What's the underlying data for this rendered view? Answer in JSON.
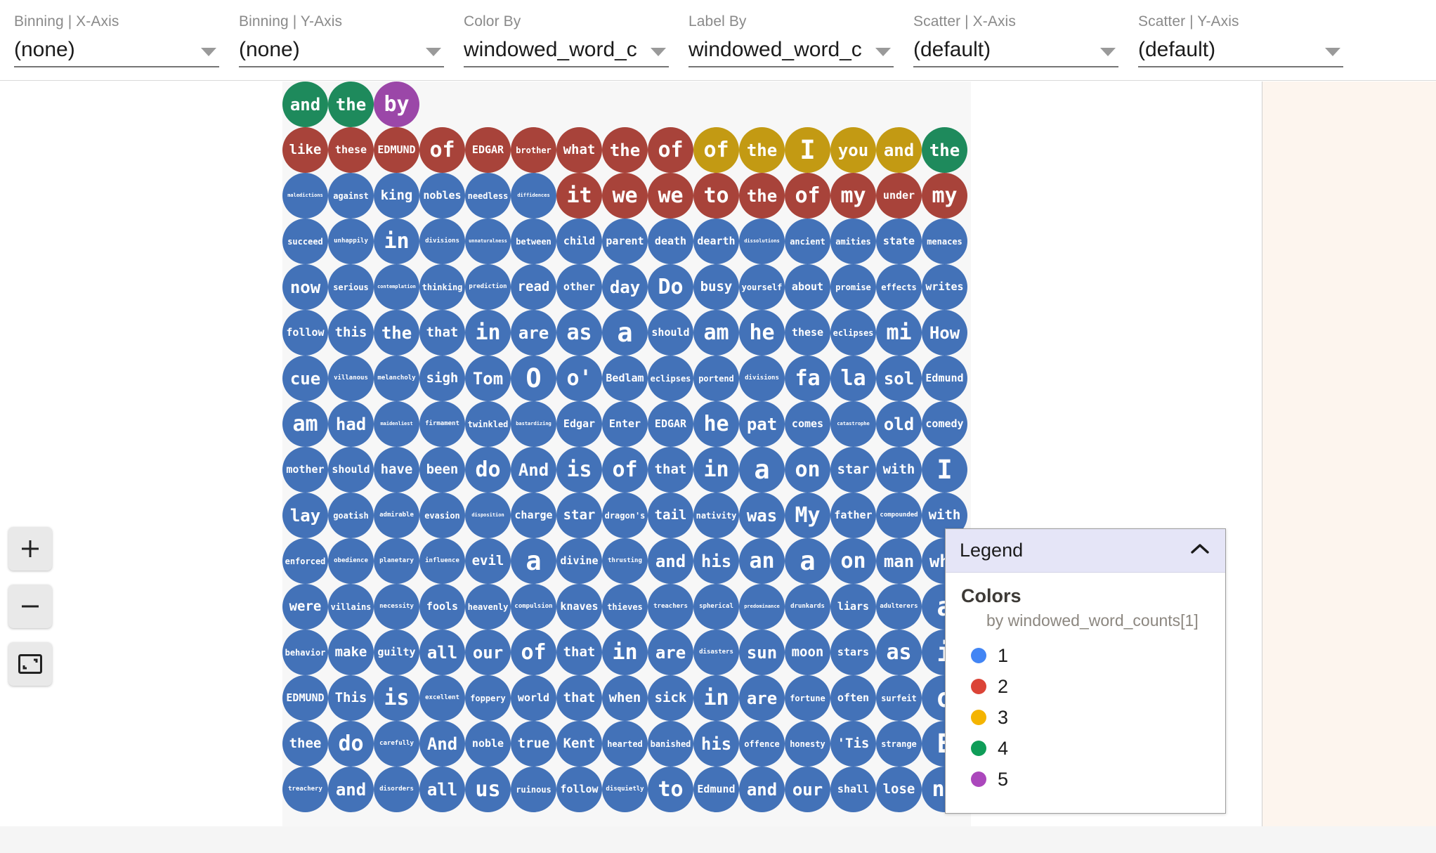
{
  "toolbar": {
    "fields": [
      {
        "label": "Binning | X-Axis",
        "value": "(none)",
        "icon": "chevron-down-icon"
      },
      {
        "label": "Binning | Y-Axis",
        "value": "(none)",
        "icon": "chevron-down-icon"
      },
      {
        "label": "Color By",
        "value": "windowed_word_c",
        "icon": "chevron-down-icon"
      },
      {
        "label": "Label By",
        "value": "windowed_word_c",
        "icon": "chevron-down-icon"
      },
      {
        "label": "Scatter | X-Axis",
        "value": "(default)",
        "icon": "chevron-down-icon"
      },
      {
        "label": "Scatter | Y-Axis",
        "value": "(default)",
        "icon": "chevron-down-icon"
      }
    ]
  },
  "zoom_controls": [
    {
      "name": "zoom-in-button",
      "icon": "plus-icon"
    },
    {
      "name": "zoom-out-button",
      "icon": "minus-icon"
    },
    {
      "name": "zoom-fit-button",
      "icon": "fit-to-screen-icon"
    }
  ],
  "legend": {
    "title": "Legend",
    "collapse_icon": "chevron-up-icon",
    "section_title": "Colors",
    "subtitle": "by windowed_word_counts[1]",
    "items": [
      {
        "label": "1",
        "color": "#4285f4"
      },
      {
        "label": "2",
        "color": "#db4437"
      },
      {
        "label": "3",
        "color": "#f4b400"
      },
      {
        "label": "4",
        "color": "#0f9d58"
      },
      {
        "label": "5",
        "color": "#ab47bc"
      }
    ]
  },
  "palette": {
    "1": "#4372b8",
    "2": "#a8433a",
    "3": "#c39a13",
    "4": "#1e8a5c",
    "5": "#9b47a8"
  },
  "chart_data": {
    "type": "scatter",
    "title": "",
    "xlabel": "",
    "ylabel": "",
    "color_by": "windowed_word_counts[1]",
    "label_by": "windowed_word_counts[1]",
    "color_categories": [
      1,
      2,
      3,
      4,
      5
    ],
    "grid_columns": 16,
    "grid_rows": 16,
    "rows": [
      [
        {
          "t": "and",
          "c": 4
        },
        {
          "t": "the",
          "c": 4
        },
        {
          "t": "by",
          "c": 5
        },
        {
          "t": "",
          "c": 0
        },
        {
          "t": "",
          "c": 0
        },
        {
          "t": "",
          "c": 0
        },
        {
          "t": "",
          "c": 0
        },
        {
          "t": "",
          "c": 0
        },
        {
          "t": "",
          "c": 0
        },
        {
          "t": "",
          "c": 0
        },
        {
          "t": "",
          "c": 0
        },
        {
          "t": "",
          "c": 0
        },
        {
          "t": "",
          "c": 0
        },
        {
          "t": "",
          "c": 0
        },
        {
          "t": "",
          "c": 0
        },
        {
          "t": "",
          "c": 0
        }
      ],
      [
        {
          "t": "like",
          "c": 2
        },
        {
          "t": "these",
          "c": 2
        },
        {
          "t": "EDMUND",
          "c": 2
        },
        {
          "t": "of",
          "c": 2
        },
        {
          "t": "EDGAR",
          "c": 2
        },
        {
          "t": "brother",
          "c": 2
        },
        {
          "t": "what",
          "c": 2
        },
        {
          "t": "the",
          "c": 2
        },
        {
          "t": "of",
          "c": 2
        },
        {
          "t": "of",
          "c": 3
        },
        {
          "t": "the",
          "c": 3
        },
        {
          "t": "I",
          "c": 3
        },
        {
          "t": "you",
          "c": 3
        },
        {
          "t": "and",
          "c": 3
        },
        {
          "t": "the",
          "c": 4
        },
        {
          "t": "",
          "c": 0
        }
      ],
      [
        {
          "t": "maledictions",
          "c": 1
        },
        {
          "t": "against",
          "c": 1
        },
        {
          "t": "king",
          "c": 1
        },
        {
          "t": "nobles",
          "c": 1
        },
        {
          "t": "needless",
          "c": 1
        },
        {
          "t": "diffidences",
          "c": 1
        },
        {
          "t": "it",
          "c": 2
        },
        {
          "t": "we",
          "c": 2
        },
        {
          "t": "we",
          "c": 2
        },
        {
          "t": "to",
          "c": 2
        },
        {
          "t": "the",
          "c": 2
        },
        {
          "t": "of",
          "c": 2
        },
        {
          "t": "my",
          "c": 2
        },
        {
          "t": "under",
          "c": 2
        },
        {
          "t": "my",
          "c": 2
        },
        {
          "t": "",
          "c": 0
        }
      ],
      [
        {
          "t": "succeed",
          "c": 1
        },
        {
          "t": "unhappily",
          "c": 1
        },
        {
          "t": "in",
          "c": 1
        },
        {
          "t": "divisions",
          "c": 1
        },
        {
          "t": "unnaturalness",
          "c": 1
        },
        {
          "t": "between",
          "c": 1
        },
        {
          "t": "child",
          "c": 1
        },
        {
          "t": "parent",
          "c": 1
        },
        {
          "t": "death",
          "c": 1
        },
        {
          "t": "dearth",
          "c": 1
        },
        {
          "t": "dissolutions",
          "c": 1
        },
        {
          "t": "ancient",
          "c": 1
        },
        {
          "t": "amities",
          "c": 1
        },
        {
          "t": "state",
          "c": 1
        },
        {
          "t": "menaces",
          "c": 1
        },
        {
          "t": "",
          "c": 0
        }
      ],
      [
        {
          "t": "now",
          "c": 1
        },
        {
          "t": "serious",
          "c": 1
        },
        {
          "t": "contemplation",
          "c": 1
        },
        {
          "t": "thinking",
          "c": 1
        },
        {
          "t": "prediction",
          "c": 1
        },
        {
          "t": "read",
          "c": 1
        },
        {
          "t": "other",
          "c": 1
        },
        {
          "t": "day",
          "c": 1
        },
        {
          "t": "Do",
          "c": 1
        },
        {
          "t": "busy",
          "c": 1
        },
        {
          "t": "yourself",
          "c": 1
        },
        {
          "t": "about",
          "c": 1
        },
        {
          "t": "promise",
          "c": 1
        },
        {
          "t": "effects",
          "c": 1
        },
        {
          "t": "writes",
          "c": 1
        },
        {
          "t": "",
          "c": 0
        }
      ],
      [
        {
          "t": "follow",
          "c": 1
        },
        {
          "t": "this",
          "c": 1
        },
        {
          "t": "the",
          "c": 1
        },
        {
          "t": "that",
          "c": 1
        },
        {
          "t": "in",
          "c": 1
        },
        {
          "t": "are",
          "c": 1
        },
        {
          "t": "as",
          "c": 1
        },
        {
          "t": "a",
          "c": 1
        },
        {
          "t": "should",
          "c": 1
        },
        {
          "t": "am",
          "c": 1
        },
        {
          "t": "he",
          "c": 1
        },
        {
          "t": "these",
          "c": 1
        },
        {
          "t": "eclipses",
          "c": 1
        },
        {
          "t": "mi",
          "c": 1
        },
        {
          "t": "How",
          "c": 1
        },
        {
          "t": "",
          "c": 0
        }
      ],
      [
        {
          "t": "cue",
          "c": 1
        },
        {
          "t": "villanous",
          "c": 1
        },
        {
          "t": "melancholy",
          "c": 1
        },
        {
          "t": "sigh",
          "c": 1
        },
        {
          "t": "Tom",
          "c": 1
        },
        {
          "t": "O",
          "c": 1
        },
        {
          "t": "o'",
          "c": 1
        },
        {
          "t": "Bedlam",
          "c": 1
        },
        {
          "t": "eclipses",
          "c": 1
        },
        {
          "t": "portend",
          "c": 1
        },
        {
          "t": "divisions",
          "c": 1
        },
        {
          "t": "fa",
          "c": 1
        },
        {
          "t": "la",
          "c": 1
        },
        {
          "t": "sol",
          "c": 1
        },
        {
          "t": "Edmund",
          "c": 1
        },
        {
          "t": "",
          "c": 0
        }
      ],
      [
        {
          "t": "am",
          "c": 1
        },
        {
          "t": "had",
          "c": 1
        },
        {
          "t": "maidenliest",
          "c": 1
        },
        {
          "t": "firmament",
          "c": 1
        },
        {
          "t": "twinkled",
          "c": 1
        },
        {
          "t": "bastardizing",
          "c": 1
        },
        {
          "t": "Edgar",
          "c": 1
        },
        {
          "t": "Enter",
          "c": 1
        },
        {
          "t": "EDGAR",
          "c": 1
        },
        {
          "t": "he",
          "c": 1
        },
        {
          "t": "pat",
          "c": 1
        },
        {
          "t": "comes",
          "c": 1
        },
        {
          "t": "catastrophe",
          "c": 1
        },
        {
          "t": "old",
          "c": 1
        },
        {
          "t": "comedy",
          "c": 1
        },
        {
          "t": "",
          "c": 0
        }
      ],
      [
        {
          "t": "mother",
          "c": 1
        },
        {
          "t": "should",
          "c": 1
        },
        {
          "t": "have",
          "c": 1
        },
        {
          "t": "been",
          "c": 1
        },
        {
          "t": "do",
          "c": 1
        },
        {
          "t": "And",
          "c": 1
        },
        {
          "t": "is",
          "c": 1
        },
        {
          "t": "of",
          "c": 1
        },
        {
          "t": "that",
          "c": 1
        },
        {
          "t": "in",
          "c": 1
        },
        {
          "t": "a",
          "c": 1
        },
        {
          "t": "on",
          "c": 1
        },
        {
          "t": "star",
          "c": 1
        },
        {
          "t": "with",
          "c": 1
        },
        {
          "t": "I",
          "c": 1
        },
        {
          "t": "",
          "c": 0
        }
      ],
      [
        {
          "t": "lay",
          "c": 1
        },
        {
          "t": "goatish",
          "c": 1
        },
        {
          "t": "admirable",
          "c": 1
        },
        {
          "t": "evasion",
          "c": 1
        },
        {
          "t": "disposition",
          "c": 1
        },
        {
          "t": "charge",
          "c": 1
        },
        {
          "t": "star",
          "c": 1
        },
        {
          "t": "dragon's",
          "c": 1
        },
        {
          "t": "tail",
          "c": 1
        },
        {
          "t": "nativity",
          "c": 1
        },
        {
          "t": "was",
          "c": 1
        },
        {
          "t": "My",
          "c": 1
        },
        {
          "t": "father",
          "c": 1
        },
        {
          "t": "compounded",
          "c": 1
        },
        {
          "t": "with",
          "c": 1
        },
        {
          "t": "",
          "c": 0
        }
      ],
      [
        {
          "t": "enforced",
          "c": 1
        },
        {
          "t": "obedience",
          "c": 1
        },
        {
          "t": "planetary",
          "c": 1
        },
        {
          "t": "influence",
          "c": 1
        },
        {
          "t": "evil",
          "c": 1
        },
        {
          "t": "a",
          "c": 1
        },
        {
          "t": "divine",
          "c": 1
        },
        {
          "t": "thrusting",
          "c": 1
        },
        {
          "t": "and",
          "c": 1
        },
        {
          "t": "his",
          "c": 1
        },
        {
          "t": "an",
          "c": 1
        },
        {
          "t": "a",
          "c": 1
        },
        {
          "t": "on",
          "c": 1
        },
        {
          "t": "man",
          "c": 1
        },
        {
          "t": "who",
          "c": 1
        },
        {
          "t": "",
          "c": 0
        }
      ],
      [
        {
          "t": "were",
          "c": 1
        },
        {
          "t": "villains",
          "c": 1
        },
        {
          "t": "necessity",
          "c": 1
        },
        {
          "t": "fools",
          "c": 1
        },
        {
          "t": "heavenly",
          "c": 1
        },
        {
          "t": "compulsion",
          "c": 1
        },
        {
          "t": "knaves",
          "c": 1
        },
        {
          "t": "thieves",
          "c": 1
        },
        {
          "t": "treachers",
          "c": 1
        },
        {
          "t": "spherical",
          "c": 1
        },
        {
          "t": "predominance",
          "c": 1
        },
        {
          "t": "drunkards",
          "c": 1
        },
        {
          "t": "liars",
          "c": 1
        },
        {
          "t": "adulterers",
          "c": 1
        },
        {
          "t": "a",
          "c": 1
        },
        {
          "t": "",
          "c": 0
        }
      ],
      [
        {
          "t": "behavior",
          "c": 1
        },
        {
          "t": "make",
          "c": 1
        },
        {
          "t": "guilty",
          "c": 1
        },
        {
          "t": "all",
          "c": 1
        },
        {
          "t": "our",
          "c": 1
        },
        {
          "t": "of",
          "c": 1
        },
        {
          "t": "that",
          "c": 1
        },
        {
          "t": "in",
          "c": 1
        },
        {
          "t": "are",
          "c": 1
        },
        {
          "t": "disasters",
          "c": 1
        },
        {
          "t": "sun",
          "c": 1
        },
        {
          "t": "moon",
          "c": 1
        },
        {
          "t": "stars",
          "c": 1
        },
        {
          "t": "as",
          "c": 1
        },
        {
          "t": "i",
          "c": 1
        },
        {
          "t": "",
          "c": 0
        }
      ],
      [
        {
          "t": "EDMUND",
          "c": 1
        },
        {
          "t": "This",
          "c": 1
        },
        {
          "t": "is",
          "c": 1
        },
        {
          "t": "excellent",
          "c": 1
        },
        {
          "t": "foppery",
          "c": 1
        },
        {
          "t": "world",
          "c": 1
        },
        {
          "t": "that",
          "c": 1
        },
        {
          "t": "when",
          "c": 1
        },
        {
          "t": "sick",
          "c": 1
        },
        {
          "t": "in",
          "c": 1
        },
        {
          "t": "are",
          "c": 1
        },
        {
          "t": "fortune",
          "c": 1
        },
        {
          "t": "often",
          "c": 1
        },
        {
          "t": "surfeit",
          "c": 1
        },
        {
          "t": "o",
          "c": 1
        },
        {
          "t": "",
          "c": 0
        }
      ],
      [
        {
          "t": "thee",
          "c": 1
        },
        {
          "t": "do",
          "c": 1
        },
        {
          "t": "carefully",
          "c": 1
        },
        {
          "t": "And",
          "c": 1
        },
        {
          "t": "noble",
          "c": 1
        },
        {
          "t": "true",
          "c": 1
        },
        {
          "t": "Kent",
          "c": 1
        },
        {
          "t": "hearted",
          "c": 1
        },
        {
          "t": "banished",
          "c": 1
        },
        {
          "t": "his",
          "c": 1
        },
        {
          "t": "offence",
          "c": 1
        },
        {
          "t": "honesty",
          "c": 1
        },
        {
          "t": "'Tis",
          "c": 1
        },
        {
          "t": "strange",
          "c": 1
        },
        {
          "t": "E",
          "c": 1
        },
        {
          "t": "",
          "c": 0
        }
      ],
      [
        {
          "t": "treachery",
          "c": 1
        },
        {
          "t": "and",
          "c": 1
        },
        {
          "t": "disorders",
          "c": 1
        },
        {
          "t": "all",
          "c": 1
        },
        {
          "t": "us",
          "c": 1
        },
        {
          "t": "ruinous",
          "c": 1
        },
        {
          "t": "follow",
          "c": 1
        },
        {
          "t": "disquietly",
          "c": 1
        },
        {
          "t": "to",
          "c": 1
        },
        {
          "t": "Edmund",
          "c": 1
        },
        {
          "t": "and",
          "c": 1
        },
        {
          "t": "our",
          "c": 1
        },
        {
          "t": "shall",
          "c": 1
        },
        {
          "t": "lose",
          "c": 1
        },
        {
          "t": "no",
          "c": 1
        },
        {
          "t": "",
          "c": 0
        }
      ]
    ]
  }
}
